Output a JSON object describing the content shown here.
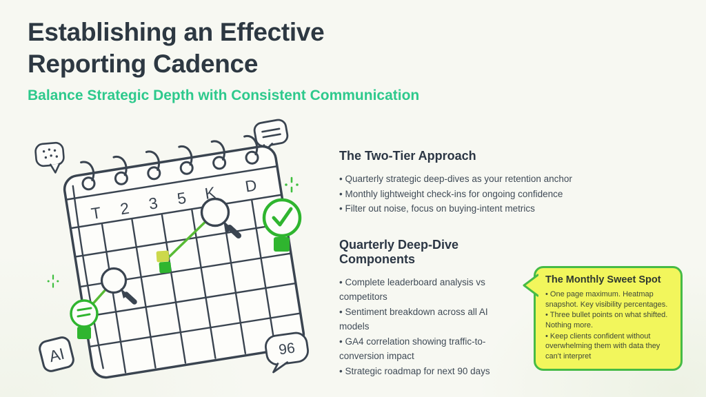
{
  "slide": {
    "title": "Establishing an Effective\nReporting Cadence",
    "subtitle": "Balance Strategic Depth with Consistent Communication"
  },
  "sections": {
    "two_tier": {
      "heading": "The Two-Tier Approach",
      "bullets": [
        "Quarterly strategic deep-dives as your retention anchor",
        "Monthly lightweight check-ins for ongoing confidence",
        "Filter out noise, focus on buying-intent metrics"
      ]
    },
    "deep_dive": {
      "heading": "Quarterly Deep-Dive Components",
      "bullets": [
        "Complete leaderboard analysis vs competitors",
        "Sentiment breakdown across all AI models",
        "GA4 correlation showing traffic-to-conversion impact",
        "Strategic roadmap for next 90 days"
      ]
    }
  },
  "callout": {
    "heading": "The Monthly Sweet Spot",
    "bullets": [
      "One page maximum. Heatmap snapshot. Key visibility percentages.",
      "Three bullet points on what shifted. Nothing more.",
      "Keep clients confident without overwhelming them with data they can't interpret"
    ]
  },
  "illustration": {
    "calendar_header_labels": [
      "T",
      "2",
      "3",
      "5",
      "K",
      "D"
    ],
    "ai_badge_label": "AI",
    "count_bubble_label": "96"
  },
  "colors": {
    "background": "#f7f8f2",
    "title_text": "#2d3842",
    "accent_green": "#2dc98c",
    "body_text": "#3f4a56",
    "ink": "#3a4450",
    "illustration_green": "#2fb52f",
    "trend_line_green": "#58bb35",
    "yellow_green_square": "#ccd84b",
    "callout_bg": "#f2f65c",
    "callout_border": "#46bb46"
  }
}
